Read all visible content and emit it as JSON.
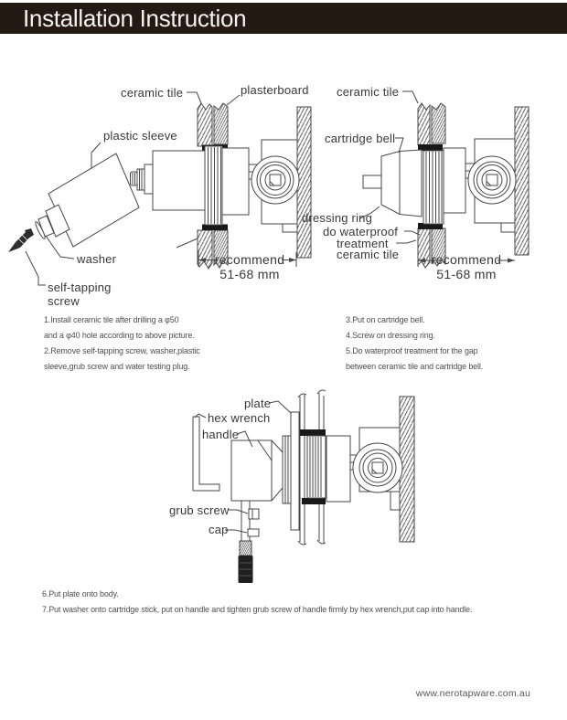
{
  "header": {
    "title": "Installation Instruction"
  },
  "colors": {
    "header_bg": "#241a13",
    "header_text": "#f6f4f1",
    "line_color": "#474747"
  },
  "diagram_top_left": {
    "labels": {
      "ceramic_tile": "ceramic tile",
      "plasterboard": "plasterboard",
      "plastic_sleeve": "plastic sleeve",
      "washer": "washer",
      "self_tapping_line1": "self-tapping",
      "self_tapping_line2": "screw",
      "recommend": "recommend",
      "dimension": "51-68 mm"
    }
  },
  "diagram_top_right": {
    "labels": {
      "ceramic_tile": "ceramic tile",
      "cartridge_bell": "cartridge bell",
      "dressing_ring": "dressing ring",
      "waterproof_line1": "do waterproof",
      "waterproof_line2": "treatment",
      "waterproof_line3": "ceramic tile",
      "recommend": "recommend",
      "dimension": "51-68 mm"
    }
  },
  "diagram_bottom": {
    "labels": {
      "plate": "plate",
      "hex_wrench": "hex wrench",
      "handle": "handle",
      "grub_screw": "grub screw",
      "cap": "cap"
    }
  },
  "instructions": {
    "left": [
      "1.Install ceramic tile after drilling a φ50",
      "and a φ40 hole according to above picture.",
      "2.Remove self-tapping screw, washer,plastic",
      "sleeve,grub screw and water testing plug."
    ],
    "right": [
      "3.Put on cartridge bell.",
      "4.Screw on dressing ring.",
      "5.Do waterproof treatment for the gap",
      "between ceramic tile and cartridge bell."
    ],
    "bottom": [
      "6.Put plate onto body.",
      "7.Put washer onto cartridge stick, put on handle and tighten grub screw of handle firmly by hex wrench,put cap into handle."
    ]
  },
  "footer": {
    "website": "www.nerotapware.com.au"
  }
}
